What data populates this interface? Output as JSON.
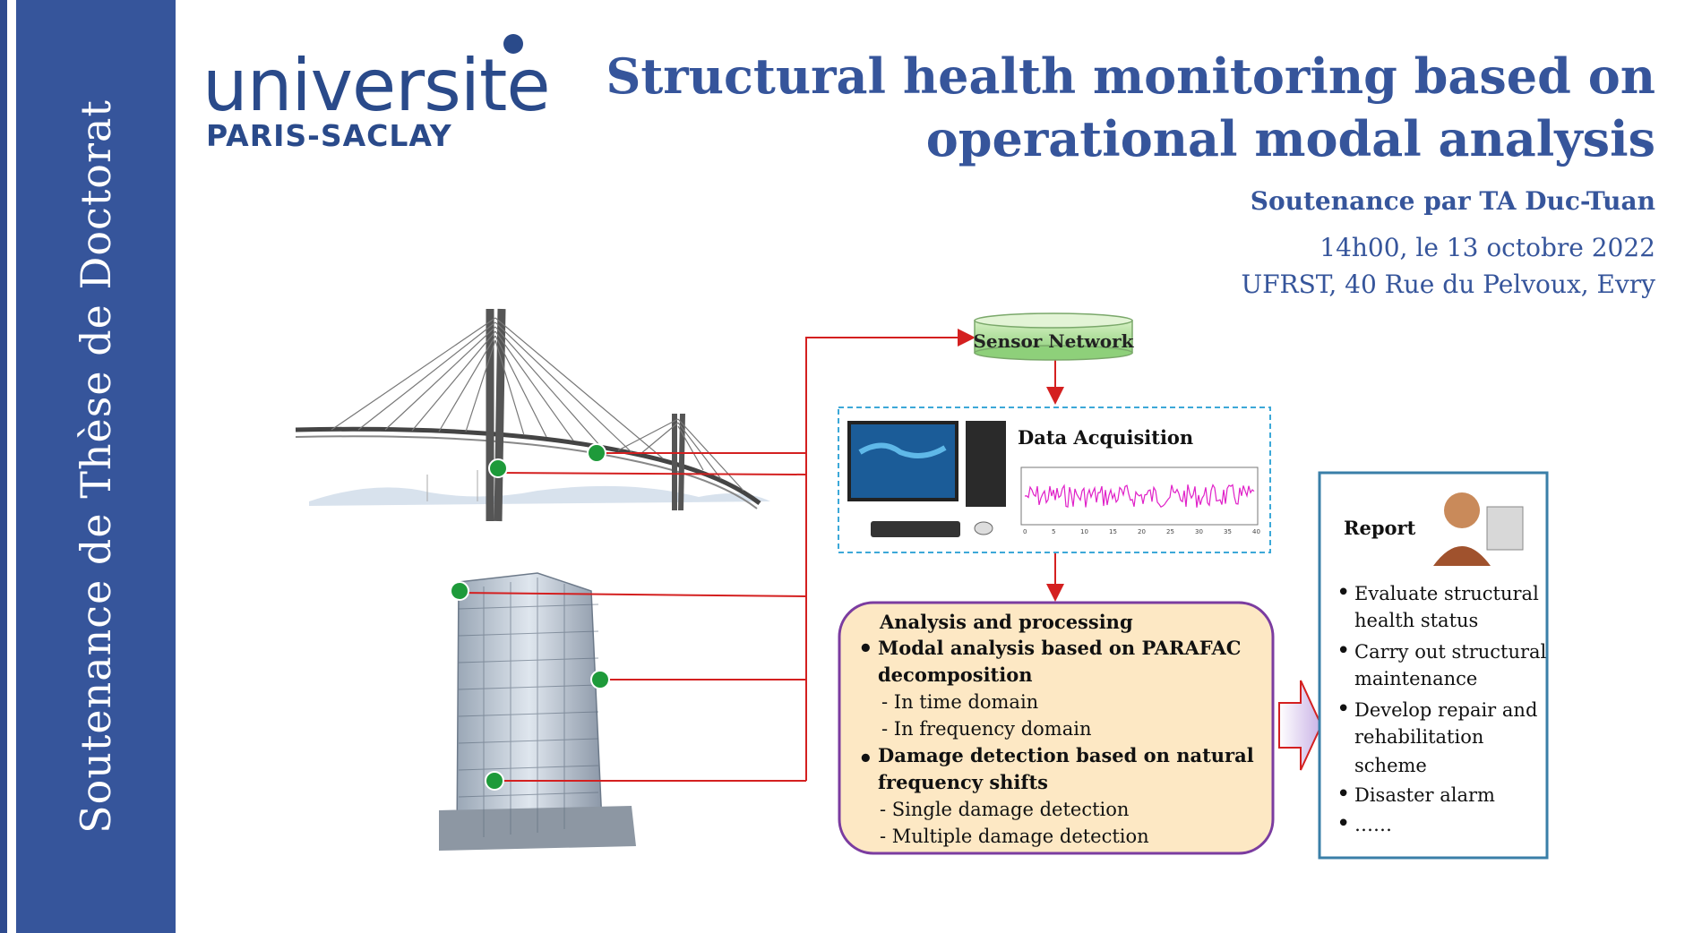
{
  "sidebar": {
    "vertical_title": "Soutenance de Thèse de Doctorat"
  },
  "logo": {
    "line1": "universite",
    "line2": "PARIS-SACLAY"
  },
  "header": {
    "title_line1": "Structural health monitoring based on",
    "title_line2": "operational modal analysis",
    "author": "Soutenance par TA Duc-Tuan",
    "datetime": "14h00, le 13 octobre 2022",
    "place": "UFRST, 40 Rue du Pelvoux, Evry"
  },
  "diagram": {
    "sensor_network": "Sensor Network",
    "data_acquisition": "Data Acquisition",
    "chart_ticks": [
      "0",
      "5",
      "10",
      "15",
      "20",
      "25",
      "30",
      "35",
      "40"
    ],
    "analysis": {
      "heading": "Analysis and processing",
      "item1": "Modal analysis based on PARAFAC",
      "item1b": "decomposition",
      "sub1": "- In time domain",
      "sub2": "- In frequency domain",
      "item2": "Damage detection based on natural",
      "item2b": "frequency shifts",
      "sub3": "- Single damage detection",
      "sub4": "- Multiple damage detection"
    },
    "report": {
      "heading": "Report",
      "l1": "Evaluate structural",
      "l1b": "health status",
      "l2": "Carry out structural",
      "l2b": "maintenance",
      "l3": "Develop repair and",
      "l3b": "rehabilitation",
      "l3c": "scheme",
      "l4": "Disaster alarm",
      "l5": "……"
    }
  },
  "colors": {
    "brand": "#36559b",
    "sensor": "#1e9a3a",
    "wire": "#d42020"
  }
}
